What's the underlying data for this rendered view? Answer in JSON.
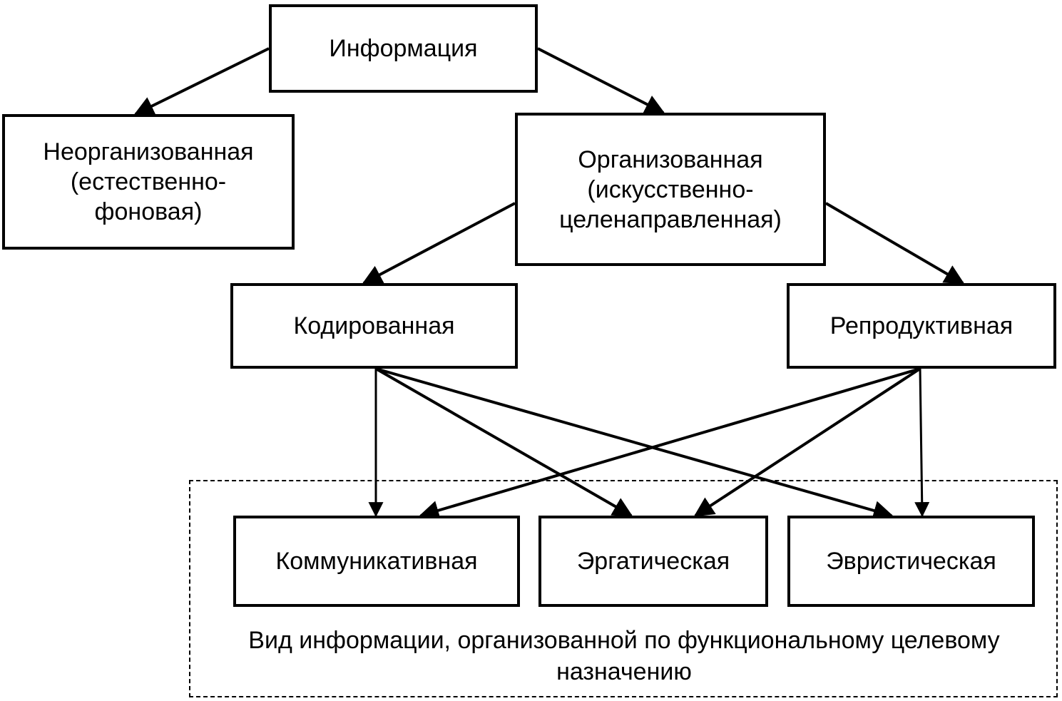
{
  "nodes": {
    "info": "Информация",
    "unorganized": "Неорганизованная\n(естественно-\nфоновая)",
    "organized": "Организованная\n(искусственно-\nцеленаправленная)",
    "coded": "Кодированная",
    "reproductive": "Репродуктивная",
    "communicative": "Коммуникативная",
    "ergatic": "Эргатическая",
    "heuristic": "Эвристическая"
  },
  "group_caption": "Вид информации, организованной по функциональному целевому назначению",
  "edges": [
    {
      "from": "info",
      "to": "unorganized"
    },
    {
      "from": "info",
      "to": "organized"
    },
    {
      "from": "organized",
      "to": "coded"
    },
    {
      "from": "organized",
      "to": "reproductive"
    },
    {
      "from": "coded",
      "to": "communicative"
    },
    {
      "from": "coded",
      "to": "ergatic"
    },
    {
      "from": "coded",
      "to": "heuristic"
    },
    {
      "from": "reproductive",
      "to": "communicative"
    },
    {
      "from": "reproductive",
      "to": "ergatic"
    },
    {
      "from": "reproductive",
      "to": "heuristic"
    }
  ]
}
